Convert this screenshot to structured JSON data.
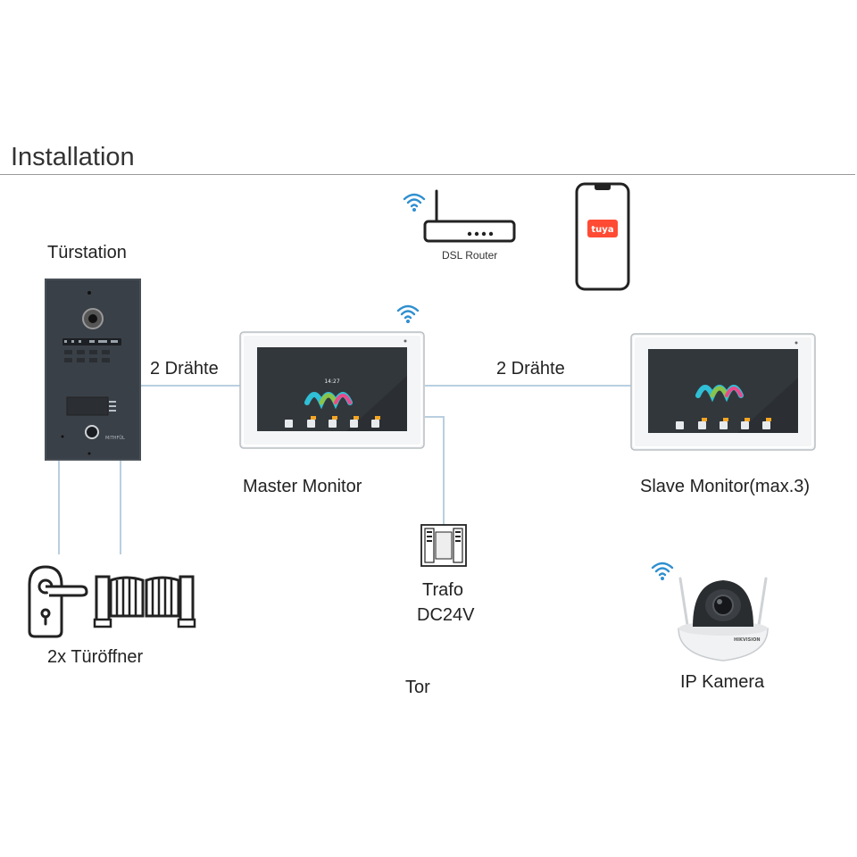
{
  "title": "Installation",
  "labels": {
    "door_station": "Türstation",
    "wires_left": "2 Drähte",
    "wires_right": "2 Drähte",
    "master_monitor": "Master Monitor",
    "slave_monitor": "Slave Monitor(max.3)",
    "router": "DSL Router",
    "trafo_line1": "Trafo",
    "trafo_line2": "DC24V",
    "openers": "2x Türöffner",
    "gate": "Tor",
    "ip_camera": "IP Kamera"
  },
  "screen": {
    "time": "14:27"
  },
  "brands": {
    "door_panel": "MiTHFÜL",
    "app": "tuya",
    "camera": "HIKVISION"
  },
  "colors": {
    "wifi": "#2f8fd0",
    "wire": "#b9cfe0",
    "tuya": "#ff4b33",
    "panel": "#3a4047"
  }
}
